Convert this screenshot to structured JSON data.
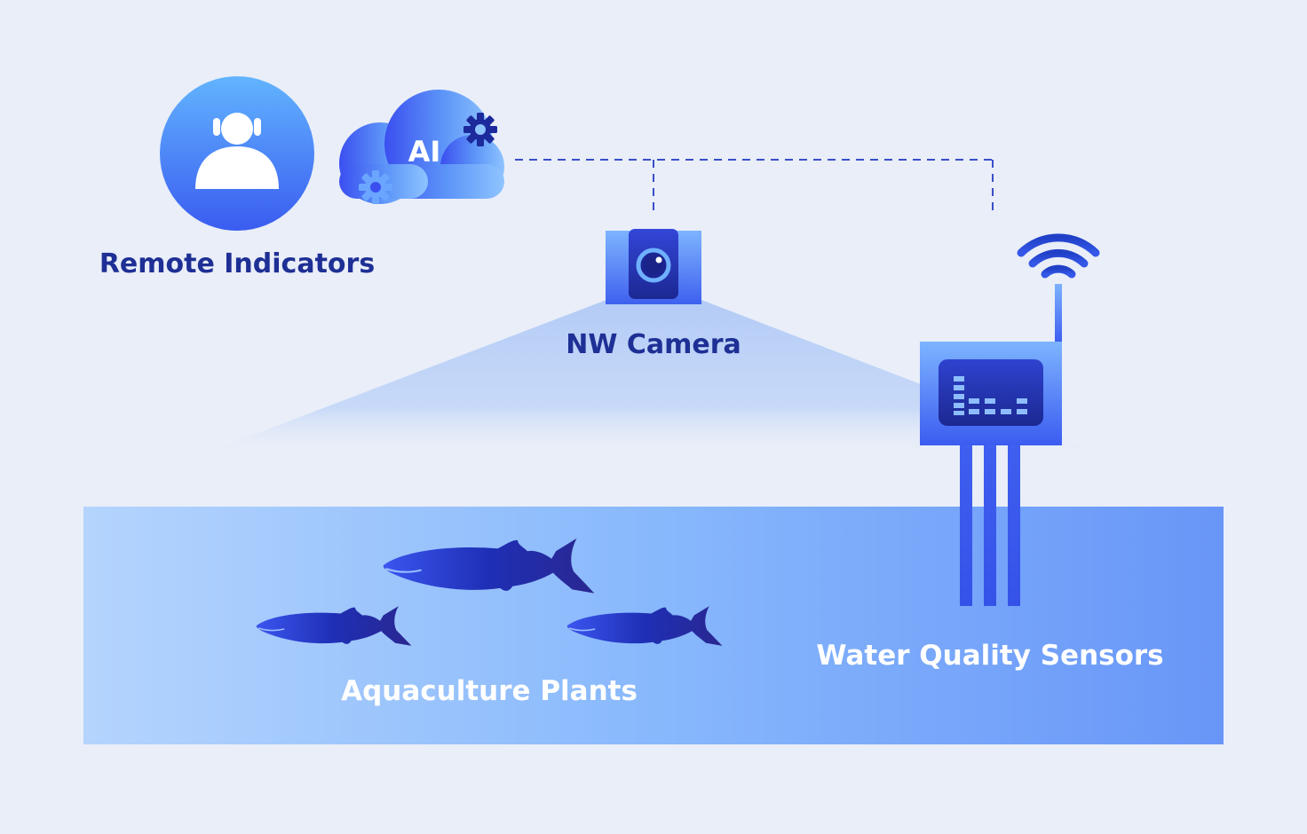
{
  "labels": {
    "remote_indicators": "Remote Indicators",
    "ai": "AI",
    "nw_camera": "NW Camera",
    "aquaculture_plants": "Aquaculture Plants",
    "water_quality_sensors": "Water Quality Sensors"
  },
  "colors": {
    "background": "#e9eef8",
    "label_dark": "#1e2f95",
    "label_light": "#ffffff",
    "accent_blue": "#3d5ef0",
    "deep_navy": "#1a2a9a"
  },
  "icons": [
    "user-icon",
    "cloud-icon",
    "gear-icon",
    "camera-icon",
    "wifi-icon",
    "sensor-icon",
    "fish-icon"
  ]
}
